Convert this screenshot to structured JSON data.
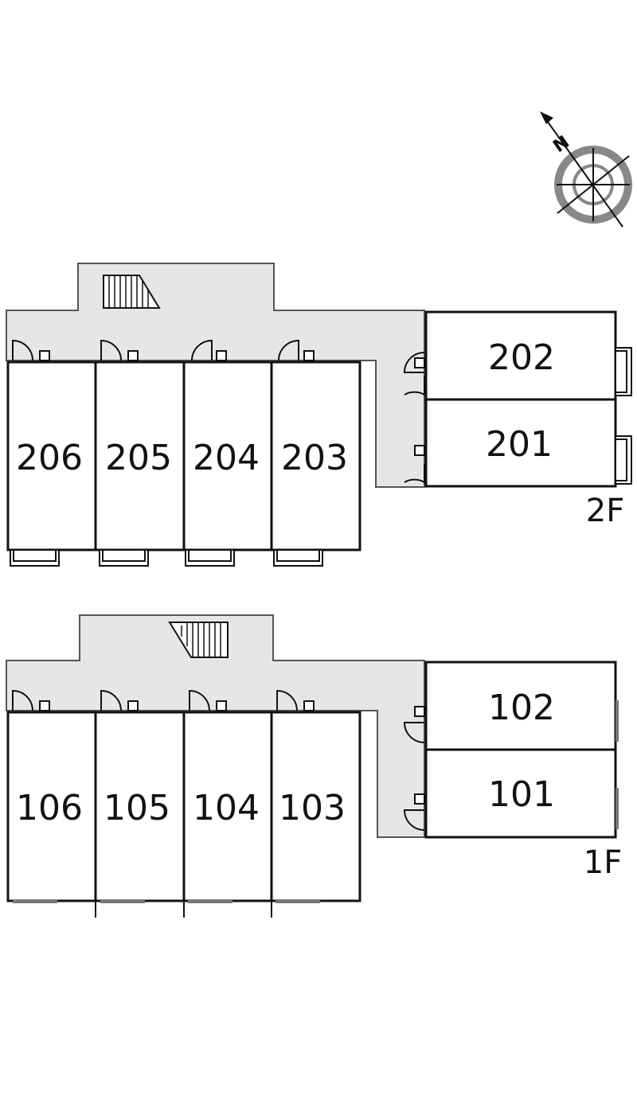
{
  "compass": {
    "label": "N"
  },
  "floors": {
    "second": {
      "label": "2F",
      "rooms": {
        "r206": "206",
        "r205": "205",
        "r204": "204",
        "r203": "203",
        "r202": "202",
        "r201": "201"
      }
    },
    "first": {
      "label": "1F",
      "rooms": {
        "r106": "106",
        "r105": "105",
        "r104": "104",
        "r103": "103",
        "r102": "102",
        "r101": "101"
      }
    }
  },
  "colors": {
    "corridor": "#e6e6e6",
    "wall": "#111111",
    "outline": "#555555",
    "compass_ring": "#888888"
  }
}
